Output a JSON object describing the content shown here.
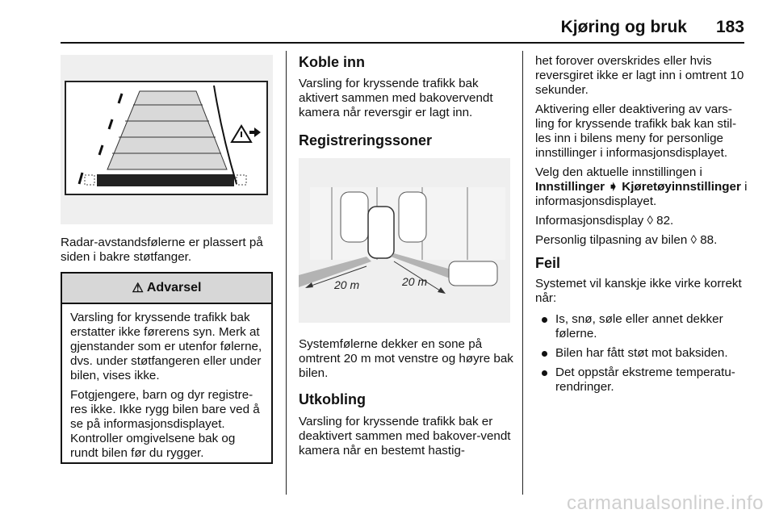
{
  "header": {
    "section": "Kjøring og bruk",
    "page": "183"
  },
  "col1": {
    "caption": "Radar-avstandsfølerne er plassert på siden i bakre støtfanger.",
    "warning": {
      "title": "Advarsel",
      "p1": "Varsling for kryssende trafikk bak erstatter ikke førerens syn. Merk at gjenstander som er utenfor følerne, dvs. under støtfangeren eller under bilen, vises ikke.",
      "p2": "Fotgjengere, barn og dyr registre-res ikke. Ikke rygg bilen bare ved å se på informasjonsdisplayet. Kontroller omgivelsene bak og rundt bilen før du rygger."
    }
  },
  "col2": {
    "h_koble_inn": "Koble inn",
    "p_koble_inn": "Varsling for kryssende trafikk bak aktivert sammen med bakovervendt kamera når reversgir er lagt inn.",
    "h_reg": "Registreringssoner",
    "distance_left": "20 m",
    "distance_right": "20 m",
    "p_reg": "Systemfølerne dekker en sone på omtrent 20 m mot venstre og høyre bak bilen.",
    "h_utkobling": "Utkobling",
    "p_utkobling": "Varsling for kryssende trafikk bak er deaktivert sammen med bakover-vendt kamera når en bestemt hastig-"
  },
  "col3": {
    "p1": "het forover overskrides eller hvis reversgiret ikke er lagt inn i omtrent 10 sekunder.",
    "p2": "Aktivering eller deaktivering av vars-ling for kryssende trafikk bak kan stil-les inn i bilens meny for personlige innstillinger i informasjonsdisplayet.",
    "p3_a": "Velg den aktuelle innstillingen i",
    "p3_b": "Innstillinger ➧ Kjøretøyinnstillinger",
    "p3_c": " i informasjonsdisplayet.",
    "p4": "Informasjonsdisplay ◊ 82.",
    "p5": "Personlig tilpasning av bilen ◊ 88.",
    "h_feil": "Feil",
    "p6": "Systemet vil kanskje ikke virke korrekt når:",
    "bullets": [
      "Is, snø, søle eller annet dekker følerne.",
      "Bilen har fått støt mot baksiden.",
      "Det oppstår ekstreme temperatu-rendringer."
    ]
  },
  "footer": {
    "watermark": "carmanualsonline.info"
  }
}
